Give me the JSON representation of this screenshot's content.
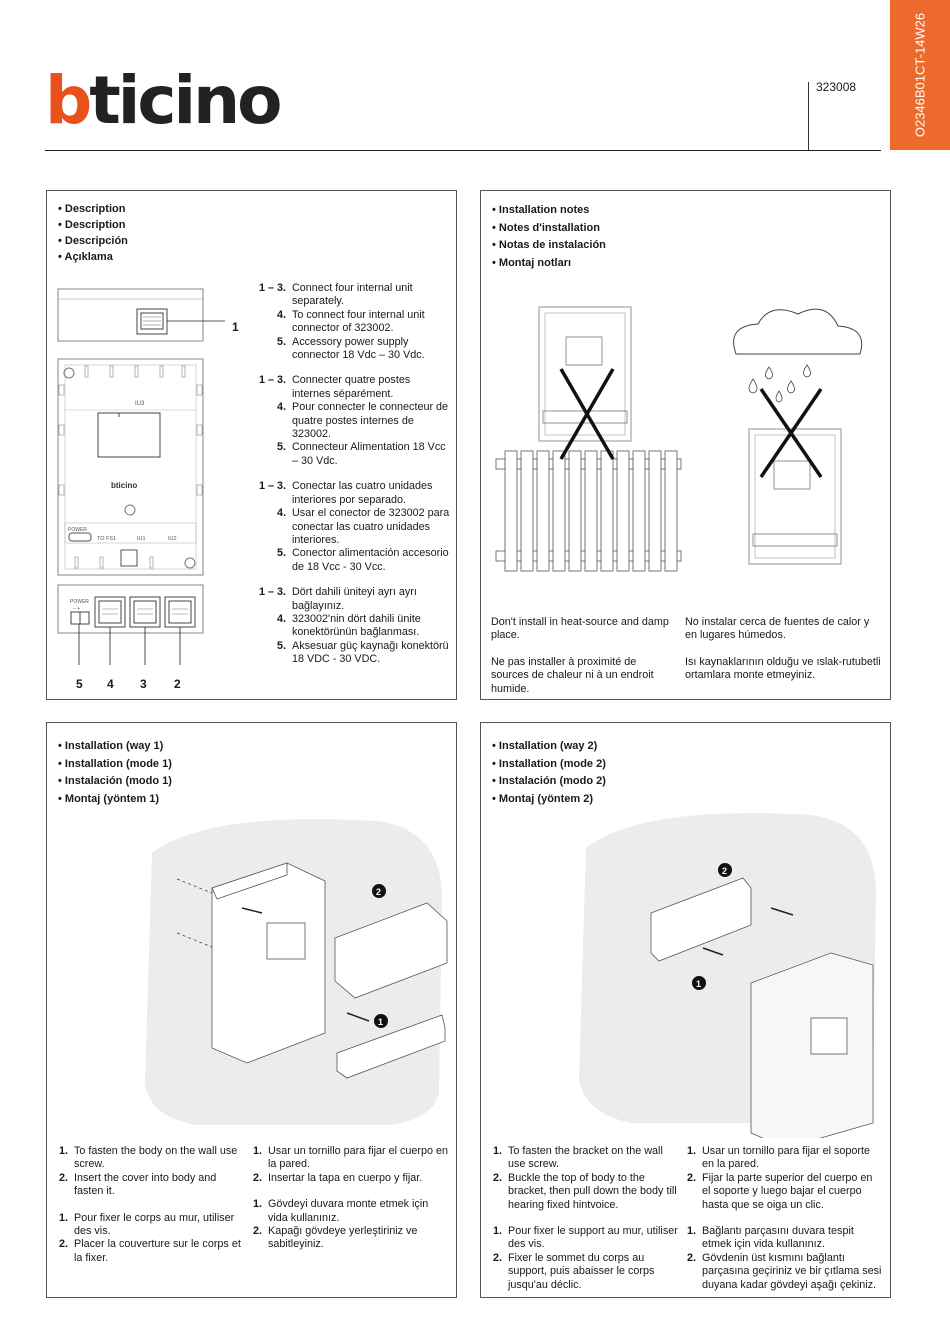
{
  "header": {
    "logo": "bticino",
    "code": "323008",
    "doc_ref": "O2346B01CT-14W26"
  },
  "colors": {
    "brand": "#e8501c",
    "tab": "#ec6a2c"
  },
  "description": {
    "titles": [
      "Description",
      "Description",
      "Descripción",
      "Açıklama"
    ],
    "groups": [
      {
        "items": [
          {
            "n": "1 – 3.",
            "t": "Connect four internal unit separately."
          },
          {
            "n": "4.",
            "t": "To connect four internal unit connector of 323002."
          },
          {
            "n": "5.",
            "t": "Accessory power supply connector 18 Vdc – 30 Vdc."
          }
        ]
      },
      {
        "items": [
          {
            "n": "1 – 3.",
            "t": "Connecter quatre postes internes séparément."
          },
          {
            "n": "4.",
            "t": "Pour connecter le connecteur de quatre postes internes de 323002."
          },
          {
            "n": "5.",
            "t": "Connecteur Alimentation 18 Vcc – 30 Vdc."
          }
        ]
      },
      {
        "items": [
          {
            "n": "1 – 3.",
            "t": "Conectar las cuatro unidades interiores por separado."
          },
          {
            "n": "4.",
            "t": "Usar el conector de 323002 para conectar las cuatro unidades interiores."
          },
          {
            "n": "5.",
            "t": "Conector alimentación accesorio de 18 Vcc - 30 Vcc."
          }
        ]
      },
      {
        "items": [
          {
            "n": "1 – 3.",
            "t": "Dört dahili üniteyi ayrı ayrı bağlayınız."
          },
          {
            "n": "4.",
            "t": "323002'nin dört dahili ünite konektörünün bağlanması."
          },
          {
            "n": "5.",
            "t": "Aksesuar güç kaynağı konektörü 18 VDC - 30 VDC."
          }
        ]
      }
    ],
    "callout_top": "1",
    "callouts_bottom": [
      "5",
      "4",
      "3",
      "2"
    ],
    "device": {
      "brand": "bticino",
      "iu3": "IU3",
      "power": "POWER",
      "to_fs1": "TO FS1",
      "iu1": "IU1",
      "iu2": "IU2",
      "polarity": "–  +"
    }
  },
  "install_notes": {
    "titles": [
      "Installation notes",
      "Notes d'installation",
      "Notas de instalación",
      "Montaj notları"
    ],
    "left": [
      "Don't install in heat-source and damp place.",
      "Ne pas installer à proximité de sources de chaleur ni à un endroit humide."
    ],
    "right": [
      "No instalar cerca de fuentes de calor y en lugares húmedos.",
      "Isı kaynaklarının olduğu ve ıslak-rutubetli ortamlara monte etmeyiniz."
    ]
  },
  "way1": {
    "titles": [
      "Installation (way 1)",
      "Installation (mode 1)",
      "Instalación (modo 1)",
      "Montaj (yöntem 1)"
    ],
    "steps_left": [
      {
        "n": "1.",
        "t": "To fasten the body on the wall use screw."
      },
      {
        "n": "2.",
        "t": "Insert the cover into body and fasten it."
      },
      {
        "n": "1.",
        "t": "Pour fixer le corps au mur, utiliser des vis."
      },
      {
        "n": "2.",
        "t": "Placer la couverture sur le corps et la fixer."
      }
    ],
    "steps_right": [
      {
        "n": "1.",
        "t": "Usar un tornillo para fijar el cuerpo en la pared."
      },
      {
        "n": "2.",
        "t": "Insertar la tapa en cuerpo y fijar."
      },
      {
        "n": "1.",
        "t": "Gövdeyi duvara monte etmek için vida kullanınız."
      },
      {
        "n": "2.",
        "t": "Kapağı gövdeye yerleştiriniz ve sabitleyiniz."
      }
    ],
    "markers": [
      "2",
      "1"
    ]
  },
  "way2": {
    "titles": [
      "Installation (way 2)",
      "Installation (mode 2)",
      "Instalación (modo 2)",
      "Montaj (yöntem 2)"
    ],
    "steps_left": [
      {
        "n": "1.",
        "t": "To fasten the bracket on the wall use screw."
      },
      {
        "n": "2.",
        "t": "Buckle the top of body to the bracket, then pull down the body till hearing fixed hintvoice."
      },
      {
        "n": "1.",
        "t": "Pour fixer le support au mur, utiliser des vis."
      },
      {
        "n": "2.",
        "t": "Fixer le sommet du corps au support, puis abaisser le corps jusqu'au déclic."
      }
    ],
    "steps_right": [
      {
        "n": "1.",
        "t": "Usar un tornillo para fijar el soporte en la pared."
      },
      {
        "n": "2.",
        "t": "Fijar la parte superior del cuerpo en el soporte y luego bajar el cuerpo hasta que se oiga un clic."
      },
      {
        "n": "1.",
        "t": "Bağlantı parçasını duvara tespit etmek için vida kullanınız."
      },
      {
        "n": "2.",
        "t": "Gövdenin üst kısmını bağlantı parçasına geçiriniz ve bir çıtlama sesi duyana kadar gövdeyi aşağı çekiniz."
      }
    ],
    "markers": [
      "2",
      "1"
    ]
  }
}
